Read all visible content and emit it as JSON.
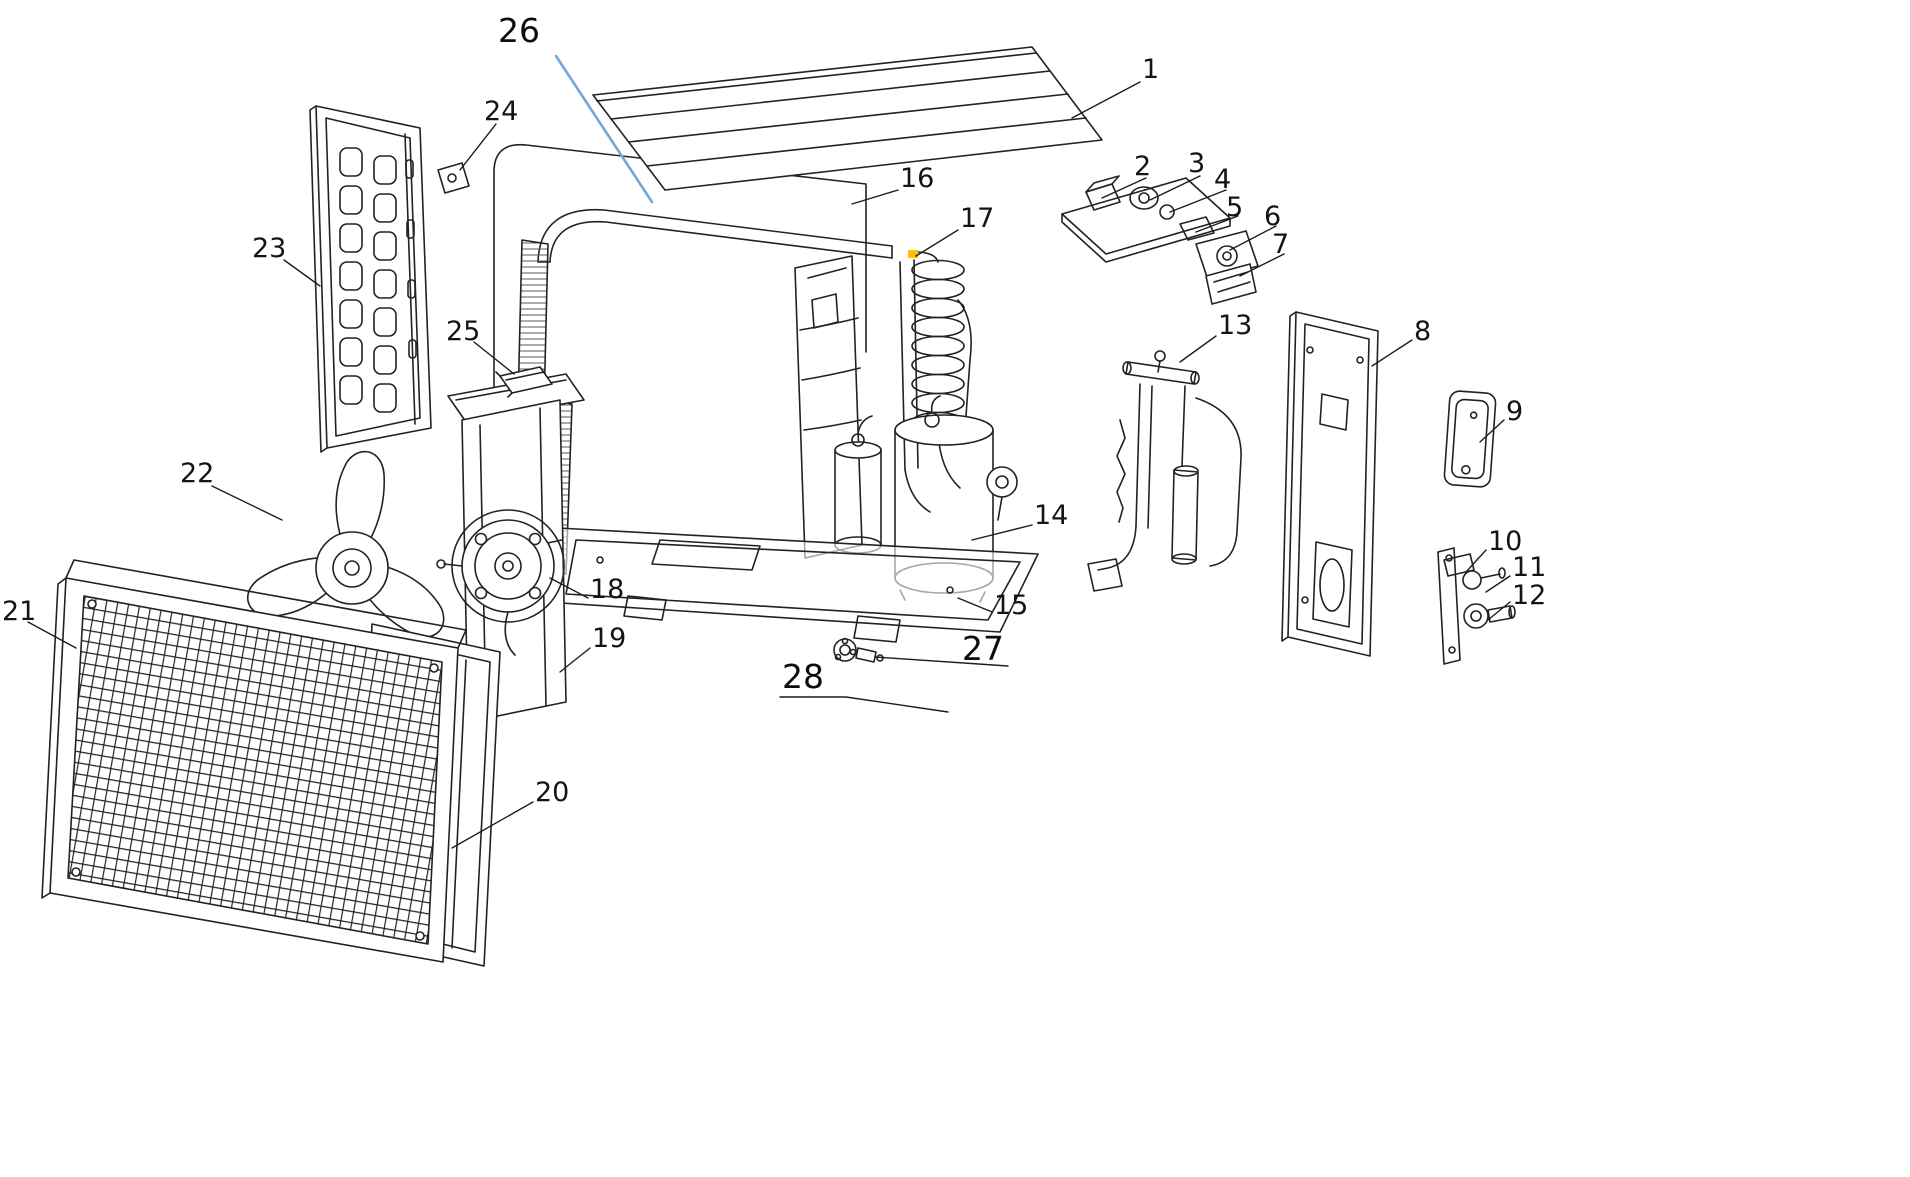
{
  "figure": {
    "background_color": "#ffffff",
    "line_color": "#222222",
    "accent_blue": "#6fa8dc",
    "highlight_yellow": "#ffc000"
  },
  "labels": [
    {
      "text": "1"
    },
    {
      "text": "2"
    },
    {
      "text": "3"
    },
    {
      "text": "4"
    },
    {
      "text": "5"
    },
    {
      "text": "6"
    },
    {
      "text": "7"
    },
    {
      "text": "8"
    },
    {
      "text": "9"
    },
    {
      "text": "10"
    },
    {
      "text": "11"
    },
    {
      "text": "12"
    },
    {
      "text": "13"
    },
    {
      "text": "14"
    },
    {
      "text": "15"
    },
    {
      "text": "16"
    },
    {
      "text": "17"
    },
    {
      "text": "18"
    },
    {
      "text": "19"
    },
    {
      "text": "20"
    },
    {
      "text": "21"
    },
    {
      "text": "22"
    },
    {
      "text": "23"
    },
    {
      "text": "24"
    },
    {
      "text": "25"
    },
    {
      "text": "26"
    },
    {
      "text": "27"
    },
    {
      "text": "28"
    }
  ]
}
